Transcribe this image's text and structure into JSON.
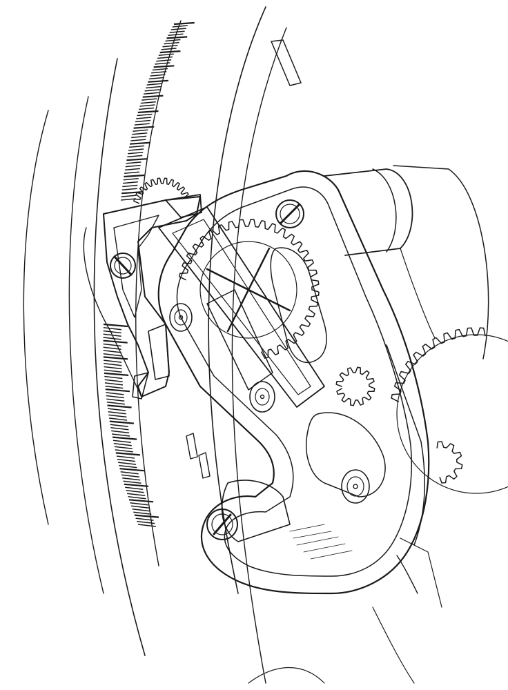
{
  "illustration": {
    "subject": "watch-movement-line-drawing",
    "ink_color": "#1a1a1a",
    "paper_color": "#ffffff",
    "gears": [
      {
        "id": "center-wheel",
        "teeth": 40
      },
      {
        "id": "upper-left-wheel",
        "teeth": 26
      },
      {
        "id": "right-edge-wheel",
        "teeth": 44
      },
      {
        "id": "small-pinion",
        "teeth": 12
      },
      {
        "id": "lower-right-pinion",
        "teeth": 10
      }
    ],
    "screws": 3,
    "jewels": 3
  }
}
